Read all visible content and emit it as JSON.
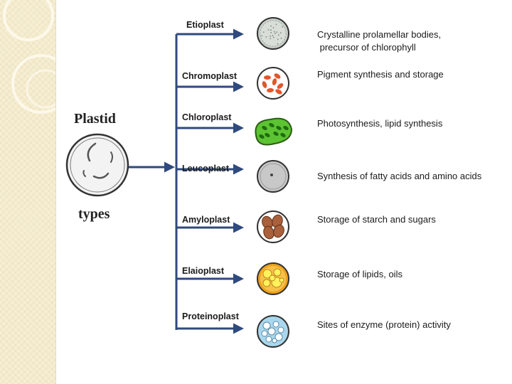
{
  "title": "Plastid",
  "subtitle": "types",
  "colors": {
    "arrow": "#2f4a7e",
    "etioplast": "#c9cfc9",
    "chromoplast": "#e2562b",
    "chloroplast": "#5cc332",
    "leucoplast": "#c8c8c8",
    "amyloplast": "#a9603c",
    "elaioplast": "#f0a21a",
    "proteinoplast": "#a9d8ee"
  },
  "plastids": [
    {
      "id": "etioplast",
      "name": "Etioplast",
      "function": "Crystalline prolamellar bodies,",
      "function_line2": " precursor of chlorophyll"
    },
    {
      "id": "chromoplast",
      "name": "Chromoplast",
      "function": "Pigment synthesis and storage"
    },
    {
      "id": "chloroplast",
      "name": "Chloroplast",
      "function": "Photosynthesis, lipid synthesis"
    },
    {
      "id": "leucoplast",
      "name": "Leucoplast",
      "function": "Synthesis of fatty acids and  amino acids"
    },
    {
      "id": "amyloplast",
      "name": "Amyloplast",
      "function": "Storage of starch and sugars"
    },
    {
      "id": "elaioplast",
      "name": "Elaioplast",
      "function": "Storage of lipids, oils"
    },
    {
      "id": "proteinoplast",
      "name": "Proteinoplast",
      "function": "Sites of enzyme (protein) activity"
    }
  ]
}
